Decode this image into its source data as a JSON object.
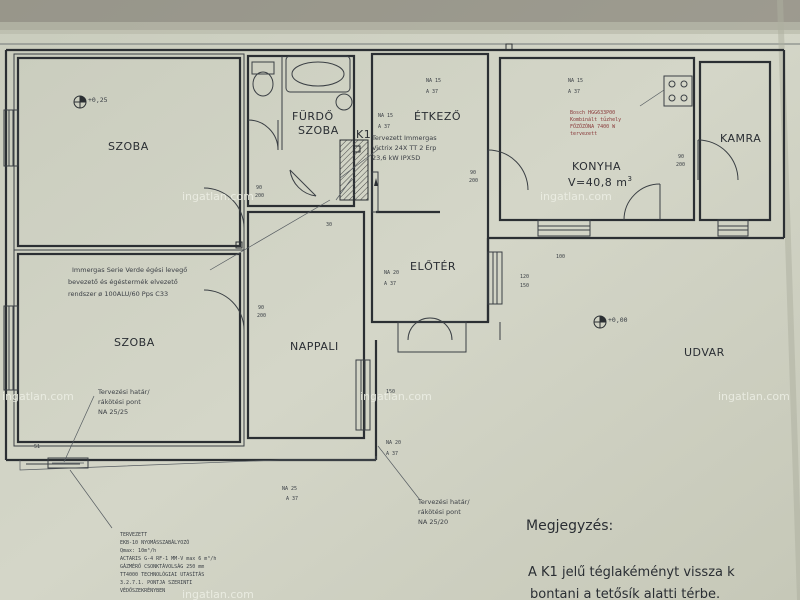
{
  "rooms": {
    "szoba1": "SZOBA",
    "szoba2": "SZOBA",
    "furdo_line1": "FÜRDŐ",
    "furdo_line2": "SZOBA",
    "k1": "K1",
    "etkezo": "ÉTKEZŐ",
    "konyha": "KONYHA",
    "konyha_volume": "V=40,8 m",
    "konyha_volume_sup": "3",
    "kamra": "KAMRA",
    "eloter": "ELŐTÉR",
    "nappali": "NAPPALI",
    "udvar": "UDVAR"
  },
  "levels": {
    "top": "+0,25",
    "courtyard": "+0,00"
  },
  "dims": {
    "na15": "NA 15",
    "a37": "A 37",
    "na20": "NA 20",
    "na25": "NA 25",
    "d90": "90",
    "d200": "200",
    "d120": "120",
    "d150": "150",
    "d30": "30",
    "d51": "51",
    "d100": "100"
  },
  "notes": {
    "boiler": [
      "Tervezett Immergas",
      "Victrix 24X TT 2 Erp",
      "23,6 kW  IPX5D"
    ],
    "flue": [
      "Immergas  Serie Verde  égési levegő",
      "bevezető és égéstermék elvezető",
      "rendszer ø 100ALU/60 Pps C33"
    ],
    "boundary_left": [
      "Tervezési határ/",
      "rákötési pont",
      "NA 25/25"
    ],
    "boundary_mid": [
      "Tervezési határ/",
      "rákötési pont",
      "NA 25/20"
    ],
    "stove": [
      "Bosch HGG633P00",
      "Kombinált tűzhely",
      "FŐZŐZÓNA 7400 W",
      "tervezett"
    ],
    "regulator": [
      "TERVEZETT",
      "EKB-10 NYOMÁSSZABÁLYOZÓ",
      "Qmax: 10m³/h",
      "ACTARIS G-4 RF-1 MM-V max 6 m³/h",
      "GÁZMÉRŐ CSONKTÁVOLSÁG 250 mm",
      "TT4000 TECHNOLÓGIAI UTASÍTÁS",
      "3.2.7.1. PONTJA SZERINTI",
      "VÉDŐSZEKRÉNYBEN"
    ]
  },
  "remark": {
    "title": "Megjegyzés:",
    "line1": "A K1 jelű téglakéményt vissza k",
    "line2": "bontani a tetősík alatti térbe."
  },
  "watermark": "ingatlan.com"
}
